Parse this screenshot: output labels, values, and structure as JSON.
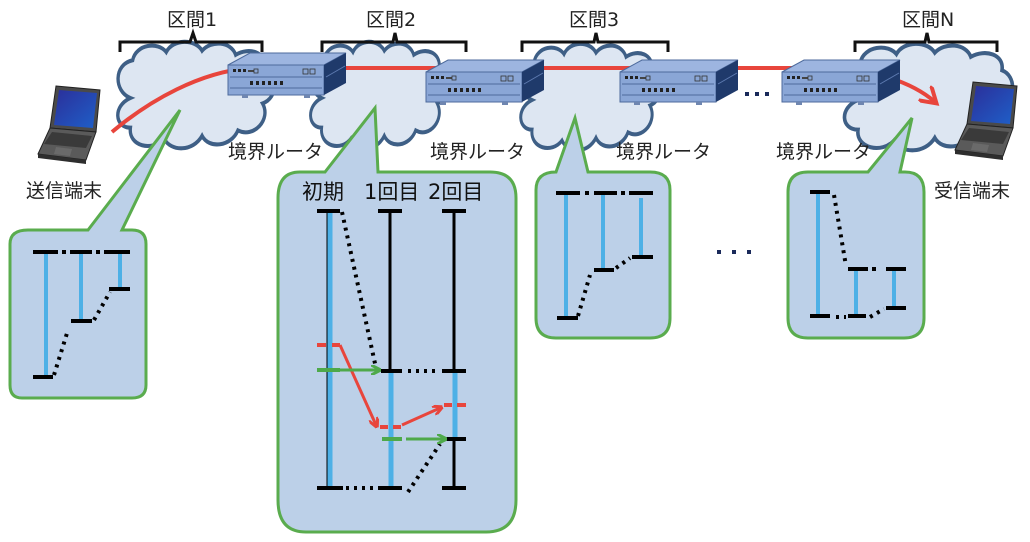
{
  "segments": [
    {
      "label": "区間1"
    },
    {
      "label": "区間2"
    },
    {
      "label": "区間3"
    },
    {
      "label": "区間N"
    }
  ],
  "routers": [
    {
      "label": "境界ルータ"
    },
    {
      "label": "境界ルータ"
    },
    {
      "label": "境界ルータ"
    },
    {
      "label": "境界ルータ"
    }
  ],
  "sender": {
    "label": "送信端末"
  },
  "receiver": {
    "label": "受信端末"
  },
  "ellipsis": "…",
  "detail_callout": {
    "columns": [
      "初期",
      "1回目",
      "2回目"
    ]
  },
  "colors": {
    "cloud_fill": "#dde6f2",
    "cloud_stroke": "#3e5f86",
    "path_red": "#e8453c",
    "callout_fill": "#bcd0e8",
    "callout_stroke": "#5aac4e",
    "bar_blue": "#4db0e6",
    "arrow_green": "#4ea94a",
    "router_body": "#8aa6d6",
    "router_side": "#1f3a6b"
  }
}
